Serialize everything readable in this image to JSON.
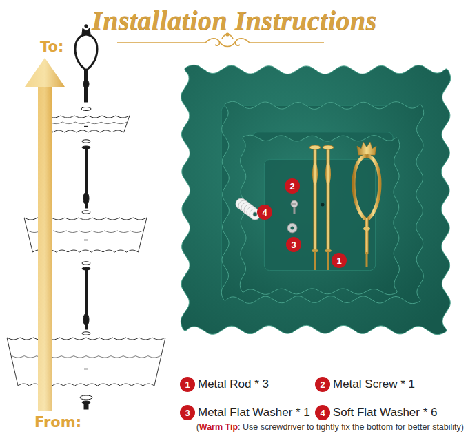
{
  "diagram": {
    "title": "Installation Instructions",
    "nodes": [
      {
        "text": [
          "2"
        ]
      },
      {
        "text": [
          "4"
        ]
      },
      {
        "text": [
          "3"
        ]
      },
      {
        "text": [
          "1"
        ]
      },
      {
        "text": [
          "1"
        ]
      },
      {
        "text": [
          "2"
        ]
      },
      {
        "text": [
          "3"
        ]
      },
      {
        "text": [
          "4"
        ]
      }
    ],
    "labels": [
      "To:",
      "From:",
      "Metal Rod * 3",
      "Metal Screw * 1",
      "Metal Flat Washer * 1",
      "Soft Flat Washer * 6",
      "(",
      "Warm Tip",
      ": Use screwdriver to tightly fix the bottom for better stability)"
    ]
  }
}
